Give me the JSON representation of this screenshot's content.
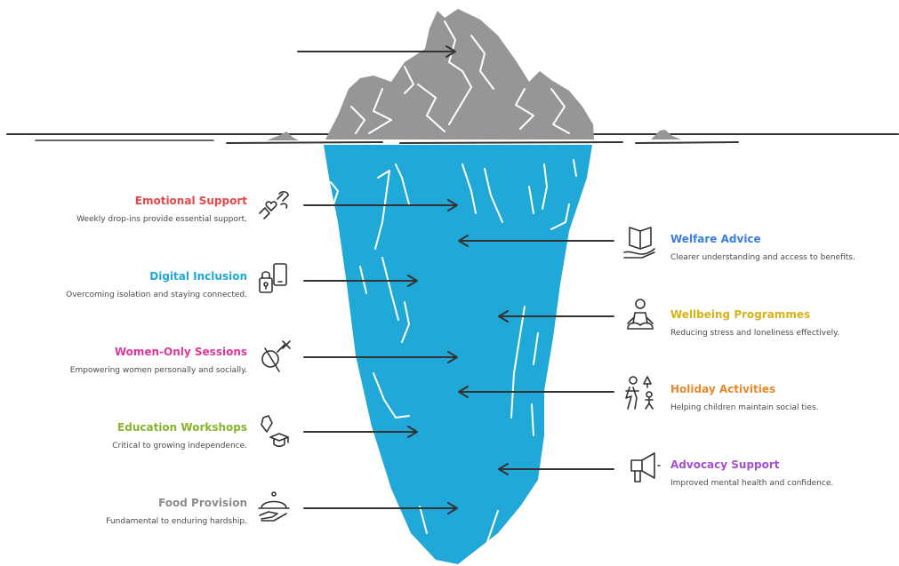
{
  "colors": {
    "ice": "#1fa8d8",
    "rock": "#969696",
    "line": "#333333"
  },
  "left_items": [
    {
      "title": "Emotional Support",
      "desc": "Weekly drop-ins provide essential support.",
      "color": "#e5484d",
      "icon": "hands-heart-icon"
    },
    {
      "title": "Digital Inclusion",
      "desc": "Overcoming isolation and staying connected.",
      "color": "#1fa8d8",
      "icon": "phone-lock-icon"
    },
    {
      "title": "Women-Only Sessions",
      "desc": "Empowering women personally and socially.",
      "color": "#e0389a",
      "icon": "female-icon"
    },
    {
      "title": "Education Workshops",
      "desc": "Critical to growing independence.",
      "color": "#86b52d",
      "icon": "graduation-cap-icon"
    },
    {
      "title": "Food Provision",
      "desc": "Fundamental to enduring hardship.",
      "color": "#8c8c8c",
      "icon": "food-cloche-icon"
    }
  ],
  "right_items": [
    {
      "title": "Welfare Advice",
      "desc": "Clearer understanding and access to benefits.",
      "color": "#3a7fe0",
      "icon": "book-hand-icon"
    },
    {
      "title": "Wellbeing Programmes",
      "desc": "Reducing stress and loneliness effectively.",
      "color": "#d9b21a",
      "icon": "meditation-icon"
    },
    {
      "title": "Holiday Activities",
      "desc": "Helping children maintain social ties.",
      "color": "#e8882a",
      "icon": "hiking-icon"
    },
    {
      "title": "Advocacy Support",
      "desc": "Improved mental health and confidence.",
      "color": "#a64fd6",
      "icon": "megaphone-icon"
    }
  ]
}
